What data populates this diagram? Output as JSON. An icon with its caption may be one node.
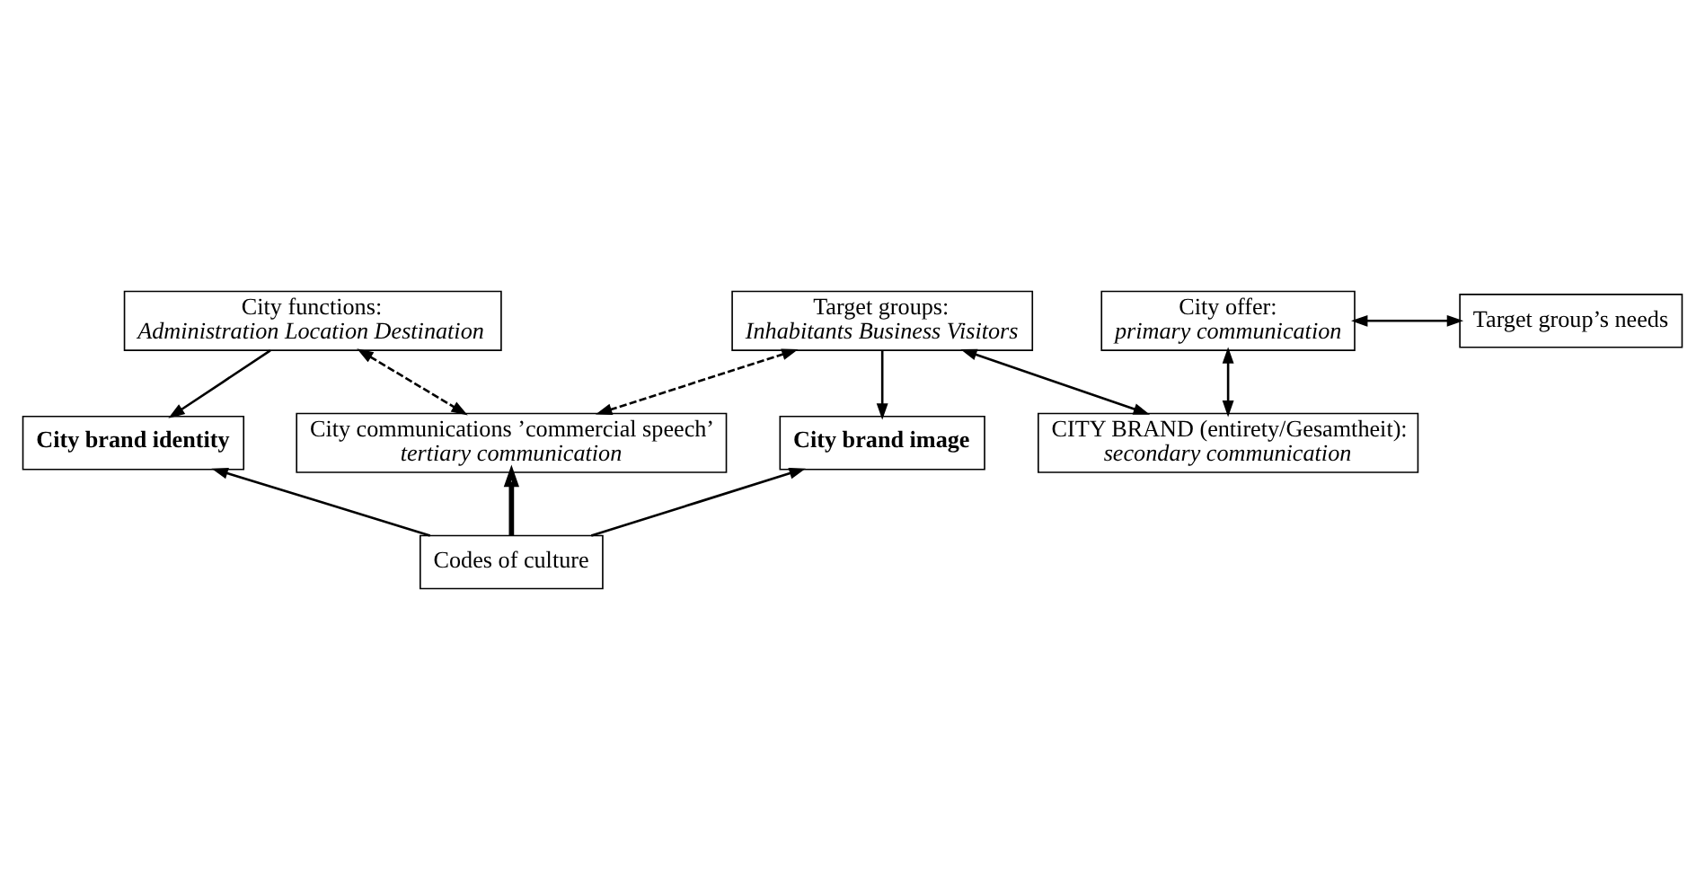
{
  "diagram": {
    "nodes": [
      {
        "text": [
          "City functions:",
          "Administration Location Destination"
        ]
      },
      {
        "text": [
          "City offer:",
          "primary communication"
        ]
      },
      {
        "text": [
          "Target group’s needs"
        ]
      },
      {
        "text": [
          "Target groups:",
          "Inhabitants Business Visitors"
        ]
      },
      {
        "text": [
          "CITY BRAND (entirety/Gesamtheit):",
          "secondary communication"
        ]
      },
      {
        "text": [
          "City communications ’commercial speech’",
          "tertiary communication"
        ]
      },
      {
        "text": [
          "City brand identity"
        ]
      },
      {
        "text": [
          "City brand image"
        ]
      },
      {
        "text": [
          "Codes of culture"
        ]
      }
    ],
    "edges": [
      {
        "from": 1,
        "to": 2,
        "arrow": "both"
      },
      {
        "from": 1,
        "to": 4,
        "arrow": "both"
      },
      {
        "from": 3,
        "to": 4,
        "arrow": "both"
      },
      {
        "from": 0,
        "to": 5,
        "arrow": "both",
        "style": "dashed"
      },
      {
        "from": 3,
        "to": 5,
        "arrow": "both",
        "style": "dashed"
      },
      {
        "from": 0,
        "to": 6,
        "arrow": "to"
      },
      {
        "from": 3,
        "to": 7,
        "arrow": "to"
      },
      {
        "from": 8,
        "to": 6,
        "arrow": "to"
      },
      {
        "from": 8,
        "to": 5,
        "arrow": "to",
        "style": "thick"
      },
      {
        "from": 8,
        "to": 7,
        "arrow": "to"
      }
    ]
  }
}
